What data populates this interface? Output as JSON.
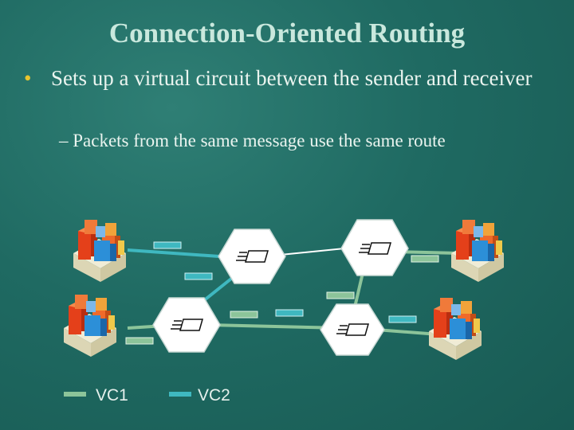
{
  "slide": {
    "title": "Connection-Oriented Routing",
    "bullet_1": "Sets up a virtual circuit between the sender and receiver",
    "bullet_2": "– Packets from the same message use the same route"
  },
  "legend": {
    "vc1_label": "VC1",
    "vc2_label": "VC2"
  },
  "colors": {
    "vc1": "#8cc49a",
    "vc2": "#3fb8c0",
    "bullet": "#e8c42e"
  },
  "icons": [
    "building-cluster-icon",
    "router-hexagon-icon",
    "packet-icon"
  ]
}
